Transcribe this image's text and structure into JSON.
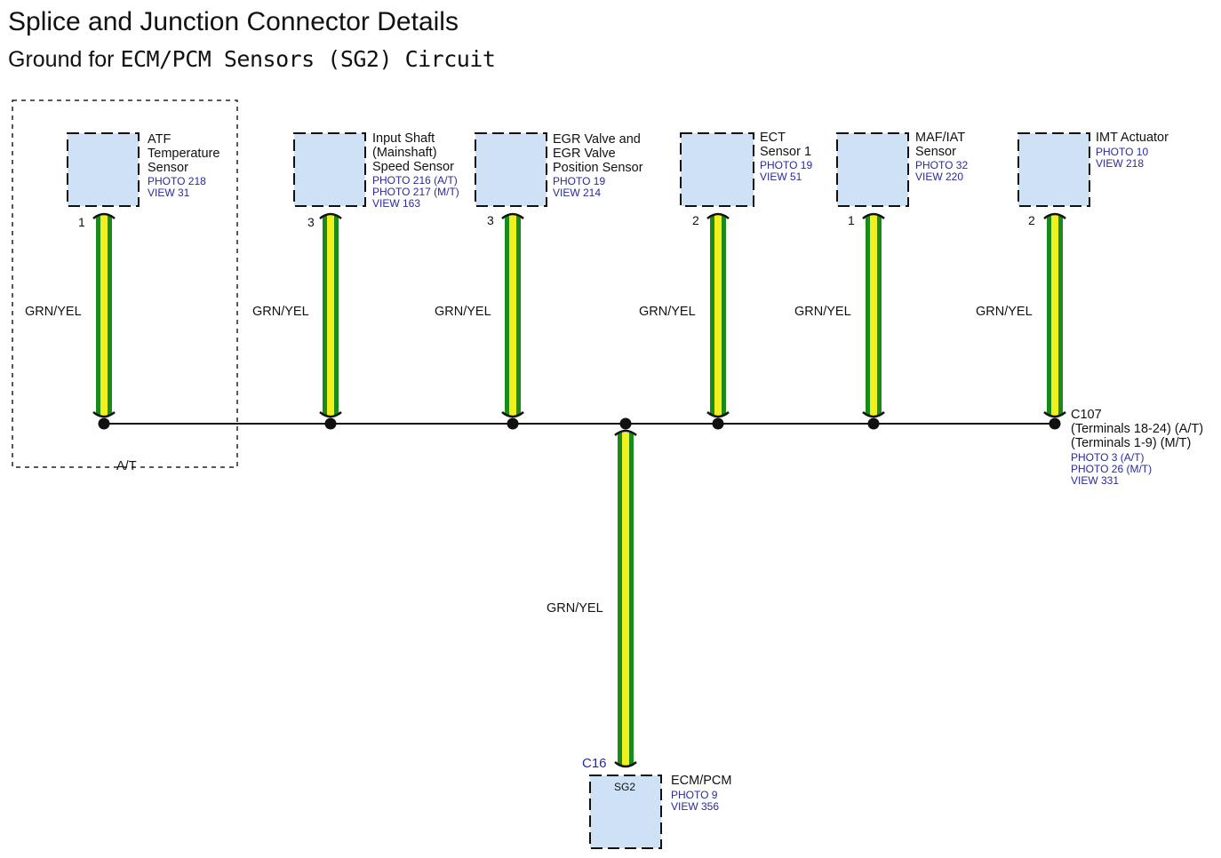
{
  "header": {
    "title": "Splice and Junction Connector Details",
    "subtitle": "Ground for ECM/PCM Sensors (SG2) Circuit"
  },
  "colors": {
    "wire_outer": "#1a8a1a",
    "wire_inner": "#f0f020",
    "connector_fill": "#cfe1f5",
    "ref_text": "#2a2a9a"
  },
  "region": {
    "label": "A/T"
  },
  "components": [
    {
      "id": "atf",
      "lines": [
        "ATF",
        "Temperature",
        "Sensor"
      ],
      "refs": [
        "PHOTO 218",
        "VIEW 31"
      ],
      "pin": "1",
      "wire": "GRN/YEL"
    },
    {
      "id": "iss",
      "lines": [
        "Input Shaft",
        "(Mainshaft)",
        "Speed Sensor"
      ],
      "refs": [
        "PHOTO 216 (A/T)",
        "PHOTO 217 (M/T)",
        "VIEW 163"
      ],
      "pin": "3",
      "wire": "GRN/YEL"
    },
    {
      "id": "egr",
      "lines": [
        "EGR Valve and",
        "EGR Valve",
        "Position Sensor"
      ],
      "refs": [
        "PHOTO 19",
        "VIEW 214"
      ],
      "pin": "3",
      "wire": "GRN/YEL"
    },
    {
      "id": "ect",
      "lines": [
        "ECT",
        "Sensor 1"
      ],
      "refs": [
        "PHOTO 19",
        "VIEW 51"
      ],
      "pin": "2",
      "wire": "GRN/YEL"
    },
    {
      "id": "maf",
      "lines": [
        "MAF/IAT",
        "Sensor"
      ],
      "refs": [
        "PHOTO 32",
        "VIEW 220"
      ],
      "pin": "1",
      "wire": "GRN/YEL"
    },
    {
      "id": "imt",
      "lines": [
        "IMT Actuator"
      ],
      "refs": [
        "PHOTO 10",
        "VIEW 218"
      ],
      "pin": "2",
      "wire": "GRN/YEL"
    }
  ],
  "junction": {
    "name": "C107",
    "lines": [
      "(Terminals 18-24) (A/T)",
      "(Terminals 1-9) (M/T)"
    ],
    "refs": [
      "PHOTO 3 (A/T)",
      "PHOTO 26 (M/T)",
      "VIEW 331"
    ]
  },
  "ecm": {
    "connector": "C16",
    "pin": "SG2",
    "name": "ECM/PCM",
    "refs": [
      "PHOTO 9",
      "VIEW 356"
    ],
    "wire": "GRN/YEL"
  }
}
